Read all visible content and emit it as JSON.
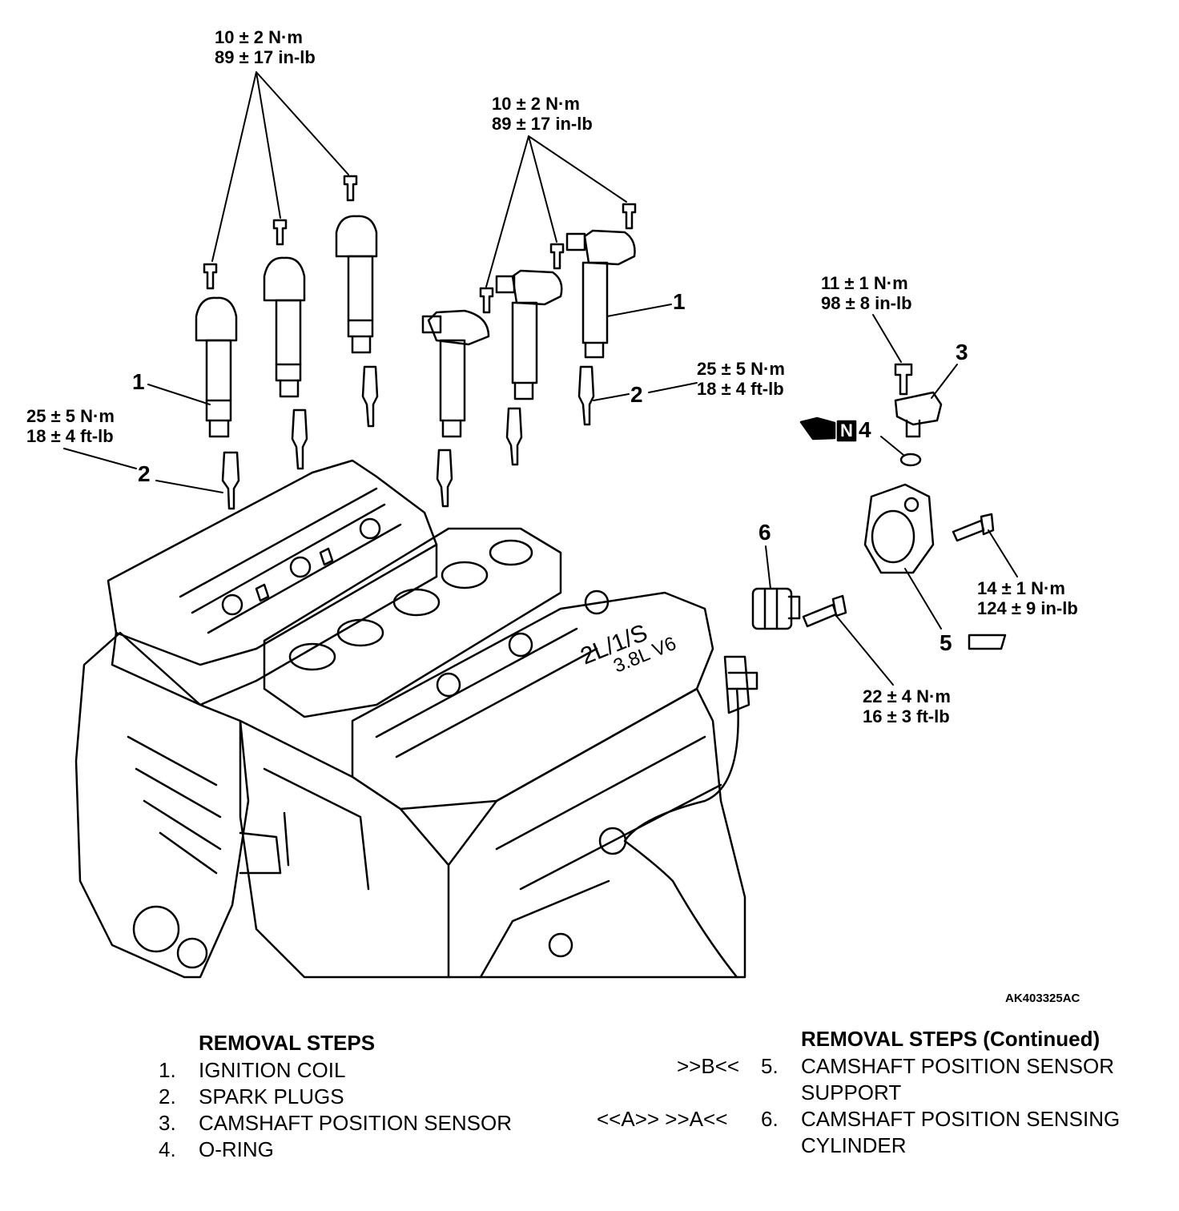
{
  "torque": {
    "t1": {
      "nm": "10 ± 2 N·m",
      "imp": "89 ± 17 in-lb"
    },
    "t2": {
      "nm": "10 ± 2 N·m",
      "imp": "89 ± 17 in-lb"
    },
    "t3": {
      "nm": "11 ± 1 N·m",
      "imp": "98 ± 8 in-lb"
    },
    "t4": {
      "nm": "25 ± 5 N·m",
      "imp": "18 ± 4 ft-lb"
    },
    "t5": {
      "nm": "25 ± 5 N·m",
      "imp": "18 ± 4 ft-lb"
    },
    "t6": {
      "nm": "14 ± 1 N·m",
      "imp": "124 ± 9 in-lb"
    },
    "t7": {
      "nm": "22 ± 4 N·m",
      "imp": "16 ± 3 ft-lb"
    }
  },
  "callouts": {
    "c1a": "1",
    "c1b": "1",
    "c2a": "2",
    "c2b": "2",
    "c3": "3",
    "c4": "4",
    "c5": "5",
    "c6": "6",
    "n_icon": "N"
  },
  "figure_code": "AK403325AC",
  "steps_left": {
    "header": "REMOVAL STEPS",
    "items": [
      {
        "num": "1.",
        "text": "IGNITION COIL"
      },
      {
        "num": "2.",
        "text": "SPARK PLUGS"
      },
      {
        "num": "3.",
        "text": "CAMSHAFT POSITION SENSOR"
      },
      {
        "num": "4.",
        "text": "O-RING"
      }
    ]
  },
  "steps_right": {
    "header": "REMOVAL STEPS (Continued)",
    "items": [
      {
        "marks": ">>B<<",
        "num": "5.",
        "line1": "CAMSHAFT POSITION SENSOR",
        "line2": "SUPPORT"
      },
      {
        "marks": "<<A>>  >>A<<",
        "num": "6.",
        "line1": "CAMSHAFT POSITION SENSING",
        "line2": "CYLINDER"
      }
    ]
  }
}
